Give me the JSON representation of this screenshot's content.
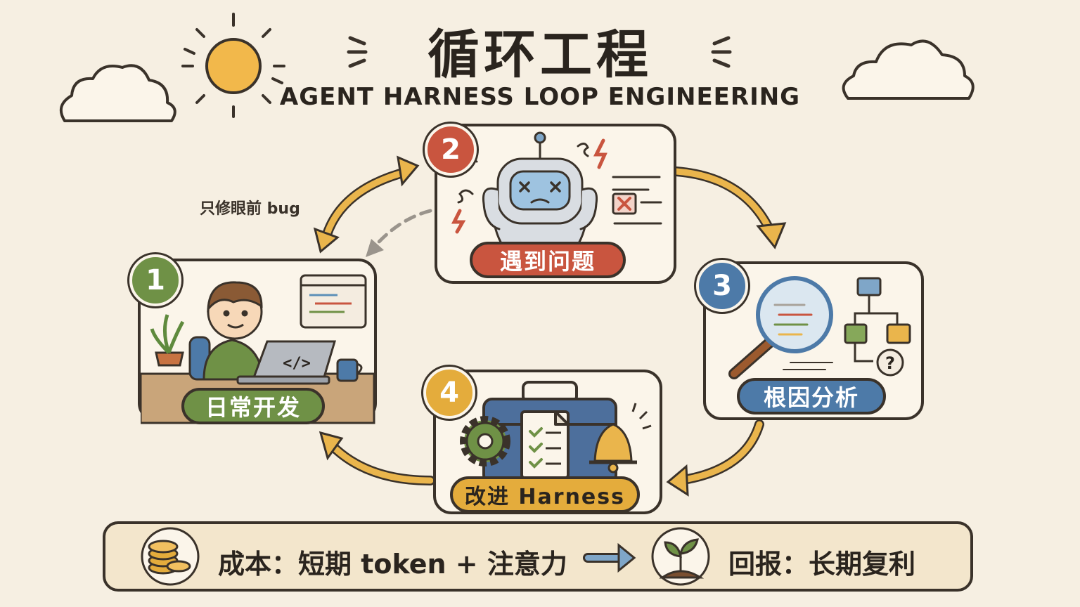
{
  "title": {
    "cn": "循环工程",
    "en": "AGENT HARNESS LOOP ENGINEERING"
  },
  "note": "只修眼前 bug",
  "steps": [
    {
      "num": "1",
      "label": "日常开发"
    },
    {
      "num": "2",
      "label": "遇到问题"
    },
    {
      "num": "3",
      "label": "根因分析"
    },
    {
      "num": "4",
      "label": "改进 Harness"
    }
  ],
  "bottom": {
    "cost": "成本：短期 token + 注意力",
    "return": "回报：长期复利"
  },
  "code_symbol": "</>",
  "question_mark": "?",
  "colors": {
    "background": "#f6efe2",
    "green": "#6f9146",
    "red": "#c9553f",
    "blue": "#4d7aa8",
    "yellow": "#e4ac3c",
    "arrow": "#eab54c"
  },
  "icons": [
    "sun-icon",
    "cloud-icon",
    "robot-icon",
    "developer-icon",
    "laptop-icon",
    "magnifier-icon",
    "flowchart-icon",
    "toolbox-icon",
    "gear-icon",
    "bell-icon",
    "coins-icon",
    "sprout-icon"
  ]
}
